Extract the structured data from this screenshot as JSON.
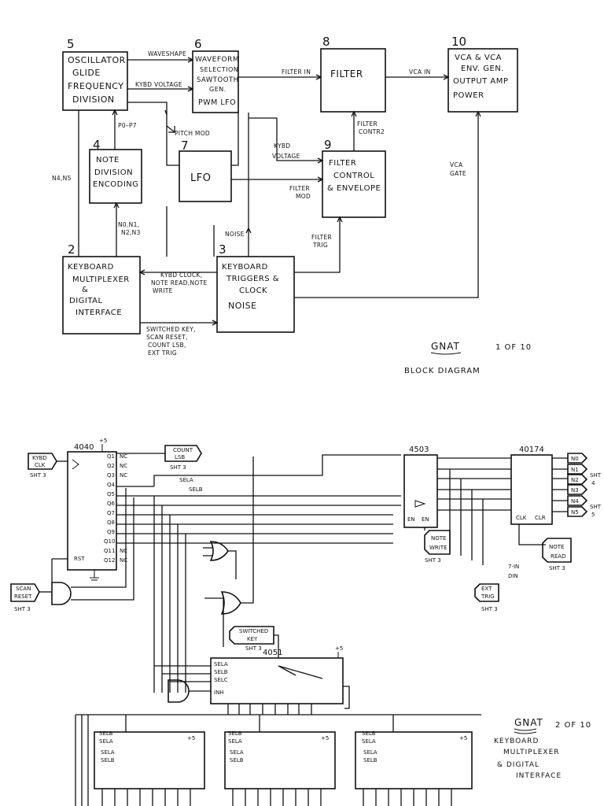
{
  "sheet1": {
    "blocks": [
      {
        "num": "5",
        "lines": [
          "OSCILLATOR",
          "GLIDE",
          "FREQUENCY",
          "DIVISION"
        ]
      },
      {
        "num": "6",
        "lines": [
          "WAVEFORM",
          "SELECTION",
          "SAWTOOTH",
          "GEN.",
          "PWM LFO"
        ]
      },
      {
        "num": "8",
        "lines": [
          "FILTER"
        ]
      },
      {
        "num": "10",
        "lines": [
          "VCA & VCA",
          "ENV. GEN.",
          "OUTPUT AMP",
          "POWER"
        ]
      },
      {
        "num": "4",
        "lines": [
          "NOTE",
          "DIVISION",
          "ENCODING"
        ]
      },
      {
        "num": "7",
        "lines": [
          "LFO"
        ]
      },
      {
        "num": "9",
        "lines": [
          "FILTER",
          "CONTROL",
          "& ENVELOPE"
        ]
      },
      {
        "num": "2",
        "lines": [
          "KEYBOARD",
          "MULTIPLEXER",
          "&",
          "DIGITAL",
          "INTERFACE"
        ]
      },
      {
        "num": "3",
        "lines": [
          "KEYBOARD",
          "TRIGGERS &",
          "CLOCK",
          "NOISE"
        ]
      }
    ],
    "signals": {
      "waveshape": "WAVESHAPE",
      "kybd_voltage": "KYBD VOLTAGE",
      "filter_in": "FILTER IN",
      "vca_in": "VCA IN",
      "p0_p7": "P0–P7",
      "pitch_mod": "PITCH MOD",
      "filter_contr2": [
        "FILTER",
        "CONTR2"
      ],
      "kybd_voltage2": [
        "KYBD",
        "VOLTAGE"
      ],
      "n4n5": "N4,N5",
      "vca_gate": [
        "VCA",
        "GATE"
      ],
      "filter_mod": [
        "FILTER",
        "MOD"
      ],
      "n0n3": [
        "N0,N1,",
        "N2,N3"
      ],
      "noise": "NOISE",
      "filter_trig": [
        "FILTER",
        "TRIG"
      ],
      "kybd_clock": [
        "KYBD CLOCK,",
        "NOTE READ,NOTE",
        "WRITE"
      ],
      "switched_key": [
        "SWITCHED KEY,",
        "SCAN RESET,",
        "COUNT LSB,",
        "EXT TRIG"
      ]
    },
    "title": "GNAT",
    "page": "1 OF 10",
    "subtitle": "BLOCK DIAGRAM"
  },
  "sheet2": {
    "chips": {
      "c4040": "4040",
      "c4503": "4503",
      "c40174": "40174",
      "c4051": "4051"
    },
    "supply": "+5",
    "offpage": {
      "kybd_clk": [
        "KYBD",
        "CLK"
      ],
      "count_lsb": [
        "COUNT",
        "LSB"
      ],
      "scan_reset": [
        "SCAN",
        "RESET"
      ],
      "switched_key": [
        "SWITCHED",
        "KEY"
      ],
      "note_write": [
        "NOTE",
        "WRITE"
      ],
      "note_read": [
        "NOTE",
        "READ"
      ],
      "ext_trig": [
        "EXT",
        "TRIG"
      ],
      "sht3": "SHT 3",
      "sht4": [
        "SHT",
        "4"
      ],
      "sht5": [
        "SHT",
        "5"
      ]
    },
    "outputs": [
      "N0",
      "N1",
      "N2",
      "N3",
      "N4",
      "N5"
    ],
    "q_pins": [
      "Q1",
      "Q2",
      "Q3",
      "Q4",
      "Q5",
      "Q6",
      "Q7",
      "Q8",
      "Q9",
      "Q10",
      "Q11",
      "Q12"
    ],
    "nc": "NC",
    "rst": "RST",
    "sela": "SELA",
    "selb": "SELB",
    "selc": "SELC",
    "inh": "INH",
    "clk": "CLK",
    "clr": "CLR",
    "en": "EN",
    "din": [
      "7-IN",
      "DIN"
    ],
    "title": "GNAT",
    "page": "2 OF 10",
    "subtitle_lines": [
      "KEYBOARD",
      "MULTIPLEXER",
      "& DIGITAL",
      "INTERFACE"
    ]
  }
}
